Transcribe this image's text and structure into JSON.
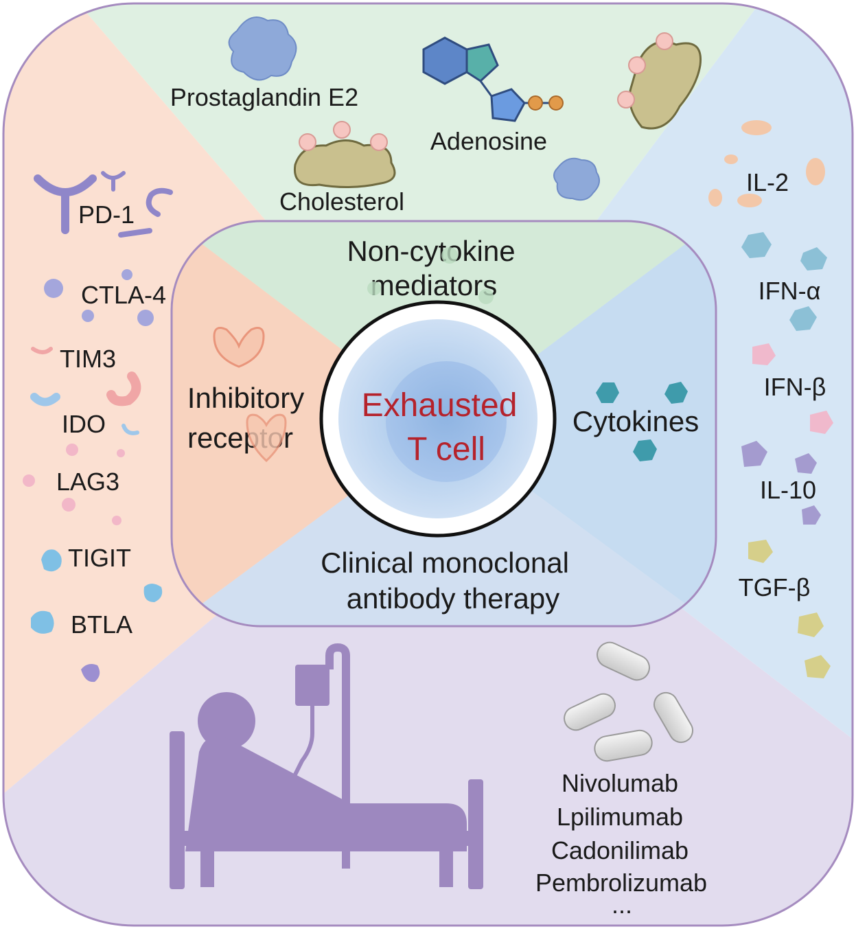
{
  "center": {
    "line1": "Exhausted",
    "line2": "T cell"
  },
  "inner_labels": {
    "top_line1": "Non-cytokine",
    "top_line2": "mediators",
    "left_line1": "Inhibitory",
    "left_line2": "receptor",
    "right": "Cytokines",
    "bottom_line1": "Clinical monoclonal",
    "bottom_line2": "antibody therapy"
  },
  "top_quadrant": {
    "items": [
      "Prostaglandin E2",
      "Adenosine",
      "Cholesterol"
    ]
  },
  "left_quadrant": {
    "items": [
      "PD-1",
      "CTLA-4",
      "TIM3",
      "IDO",
      "LAG3",
      "TIGIT",
      "BTLA"
    ]
  },
  "right_quadrant": {
    "items": [
      "IL-2",
      "IFN-α",
      "IFN-β",
      "IL-10",
      "TGF-β"
    ]
  },
  "bottom_quadrant": {
    "drugs": [
      "Nivolumab",
      "Lpilimumab",
      "Cadonilimab",
      "Pembrolizumab",
      "..."
    ]
  },
  "colors": {
    "top": "#dff0e2",
    "left": "#fbe0d2",
    "right": "#d6e6f5",
    "bottom": "#e2dcee",
    "border": "#a58bbf",
    "center_text": "#b5222b"
  },
  "icons": [
    "protein-blob-icon",
    "hexagon-pentagon-molecule-icon",
    "lipid-raft-icon",
    "receptor-y-icon",
    "cytokine-hexagon-icon",
    "hospital-bed-patient-icon",
    "pill-capsule-icon"
  ]
}
